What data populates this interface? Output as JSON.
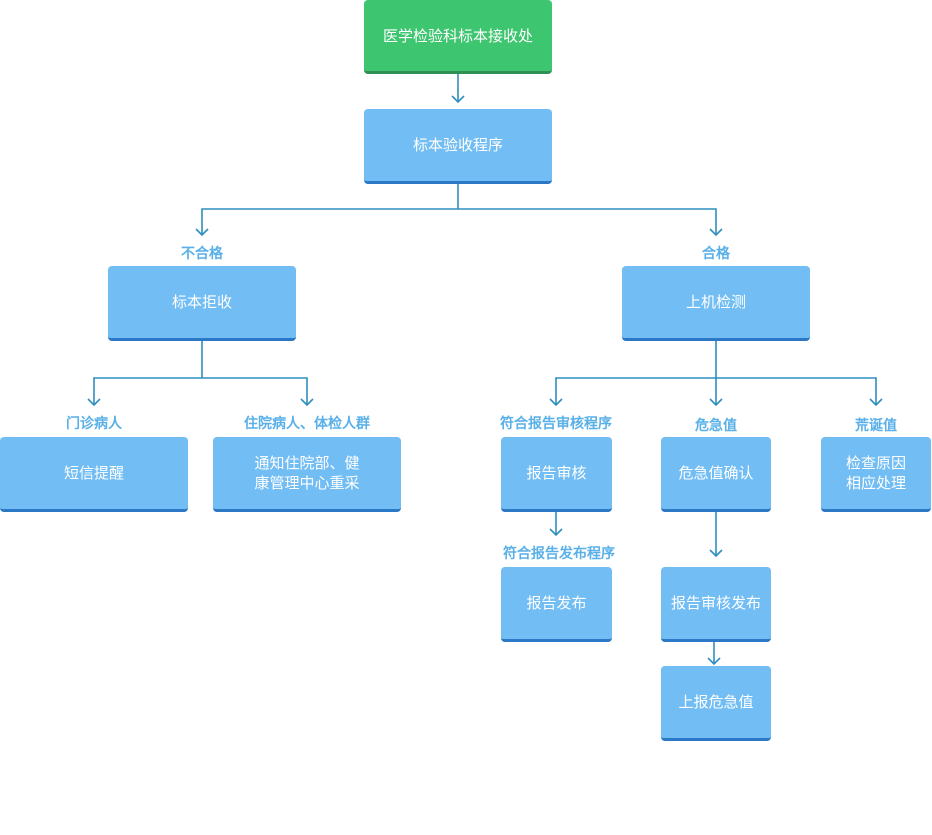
{
  "nodes": {
    "root": "医学检验科标本接收处",
    "verify": "标本验收程序",
    "reject": "标本拒收",
    "test": "上机检测",
    "sms": "短信提醒",
    "notify": "通知住院部、健\n康管理中心重采",
    "audit": "报告审核",
    "critical_confirm": "危急值确认",
    "check_cause": "检查原因\n相应处理",
    "publish": "报告发布",
    "audit_publish": "报告审核发布",
    "report_critical": "上报危急值"
  },
  "labels": {
    "unqualified": "不合格",
    "qualified": "合格",
    "outpatient": "门诊病人",
    "inpatient": "住院病人、体检人群",
    "audit_procedure": "符合报告审核程序",
    "critical_value": "危急值",
    "absurd_value": "荒诞值",
    "publish_procedure": "符合报告发布程序"
  },
  "colors": {
    "node_fill": "#72bdf4",
    "node_shadow": "#2b78c6",
    "root_fill": "#3ec56f",
    "connector": "#2f8fbf",
    "label_text": "#5ab0e8"
  }
}
